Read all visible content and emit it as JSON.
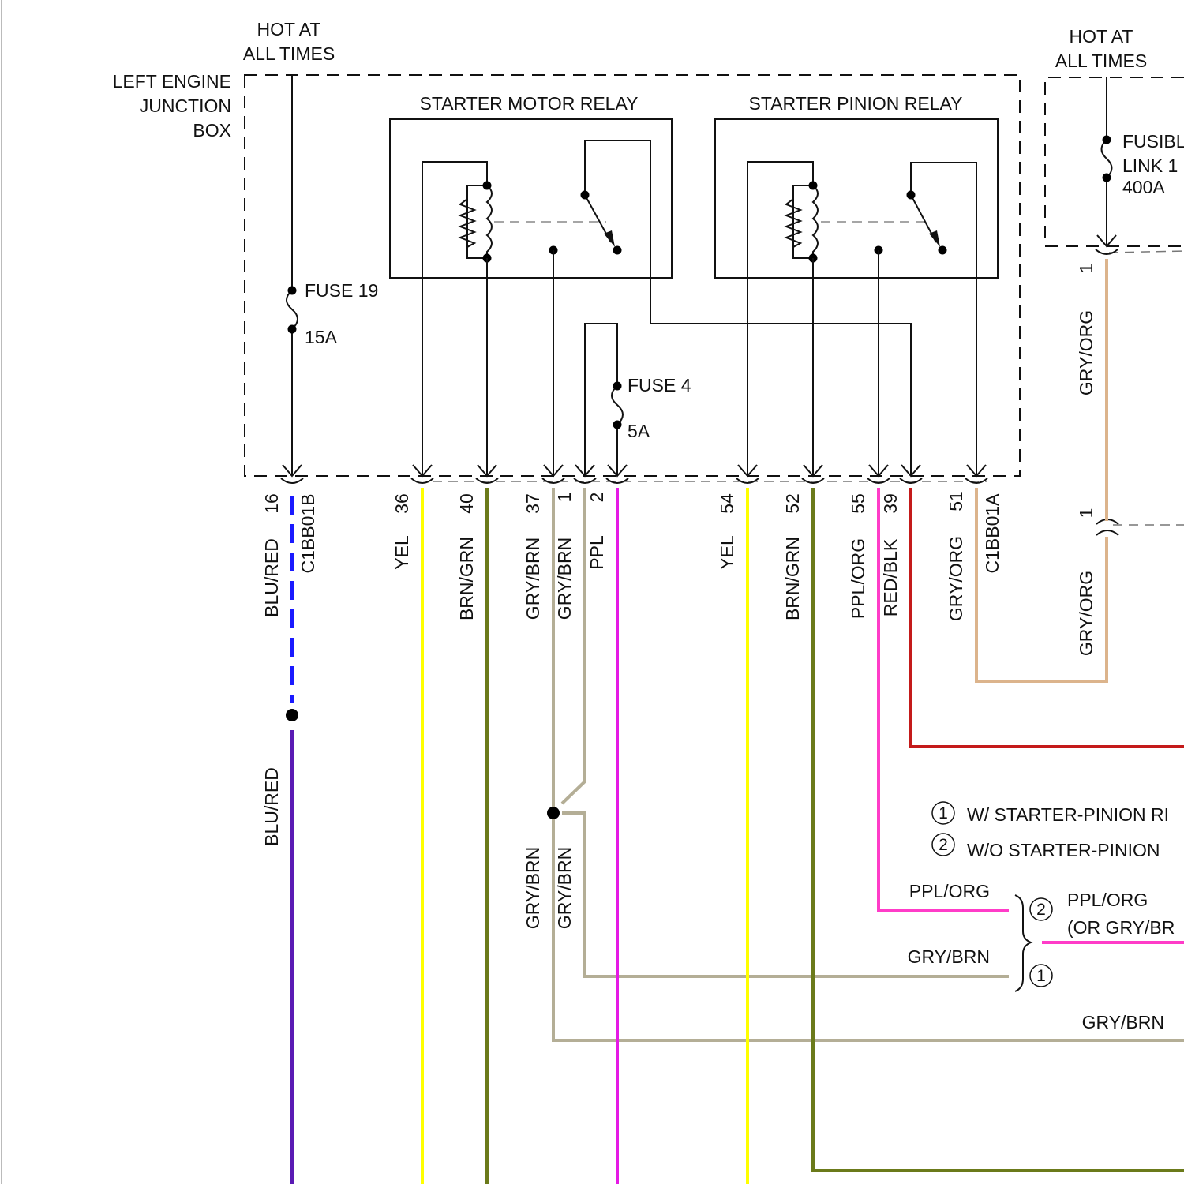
{
  "title": "",
  "hot_at_all_times": {
    "line1": "HOT AT",
    "line2": "ALL TIMES"
  },
  "junction_box": {
    "line1": "LEFT ENGINE",
    "line2": "JUNCTION",
    "line3": "BOX"
  },
  "relays": {
    "motor": "STARTER MOTOR RELAY",
    "pinion": "STARTER PINION RELAY"
  },
  "fuses": {
    "fuse19": {
      "name": "FUSE 19",
      "rating": "15A"
    },
    "fuse4": {
      "name": "FUSE 4",
      "rating": "5A"
    }
  },
  "fusible_link": {
    "line1": "FUSIBLE",
    "line2": "LINK 1",
    "line3": "400A"
  },
  "connectors": {
    "left": "C1BB01B",
    "right": "C1BB01A"
  },
  "pins": {
    "p16": "16",
    "p36": "36",
    "p40": "40",
    "p37": "37",
    "p1": "1",
    "p2": "2",
    "p54": "54",
    "p52": "52",
    "p55": "55",
    "p39": "39",
    "p51": "51",
    "battery_1": "1",
    "battery_2": "1"
  },
  "wires": {
    "w16": "BLU/RED",
    "w16_lower": "BLU/RED",
    "w36": "YEL",
    "w40": "BRN/GRN",
    "w37": "GRY/BRN",
    "w1": "GRY/BRN",
    "w2": "PPL",
    "w54": "YEL",
    "w52": "BRN/GRN",
    "w55": "PPL/ORG",
    "w39": "RED/BLK",
    "w51": "GRY/ORG",
    "batt_upper": "GRY/ORG",
    "batt_lower": "GRY/ORG",
    "splice_lower_a": "GRY/BRN",
    "splice_lower_b": "GRY/BRN",
    "opt_ppl_org": "PPL/ORG",
    "opt_gry_brn": "GRY/BRN",
    "opt_out1": "PPL/ORG",
    "opt_out2": "(OR GRY/BR",
    "bottom_gry_brn": "GRY/BRN"
  },
  "legend": {
    "n1": "1",
    "n2": "2",
    "opt1": "W/ STARTER-PINION RI",
    "opt2": "W/O STARTER-PINION"
  },
  "colors": {
    "blue": "#1a1aff",
    "purple": "#5a1ab4",
    "yellow": "#ffff00",
    "olive": "#6b7a1a",
    "gray_brown": "#b4ae96",
    "magenta": "#e51ae5",
    "pink": "#ff3cc8",
    "red": "#c41a1a",
    "tan": "#dcb48c"
  }
}
